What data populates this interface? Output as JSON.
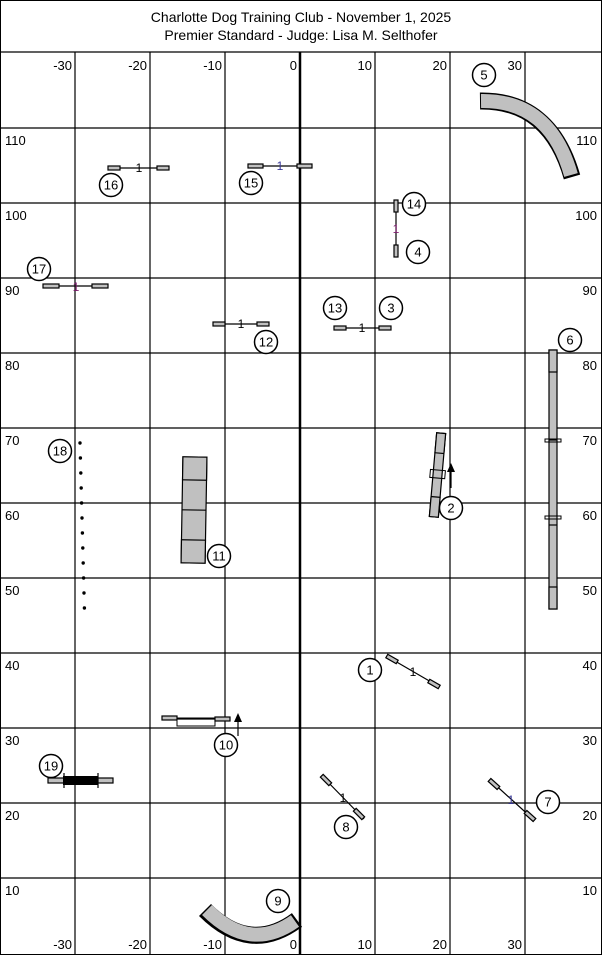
{
  "header": {
    "line1": "Charlotte Dog Training Club - November 1, 2025",
    "line2": "Premier Standard - Judge: Lisa M. Selthofer"
  },
  "x_labels": [
    "-30",
    "-20",
    "-10",
    "0",
    "10",
    "20",
    "30"
  ],
  "y_labels": [
    "110",
    "100",
    "90",
    "80",
    "70",
    "60",
    "50",
    "40",
    "30",
    "20",
    "10"
  ],
  "jump_height": "1",
  "numbers": [
    "1",
    "2",
    "3",
    "4",
    "5",
    "6",
    "7",
    "8",
    "9",
    "10",
    "11",
    "12",
    "13",
    "14",
    "15",
    "16",
    "17",
    "18",
    "19"
  ],
  "colors": {
    "obstacle": "#c0c0c0",
    "line": "#000000"
  }
}
